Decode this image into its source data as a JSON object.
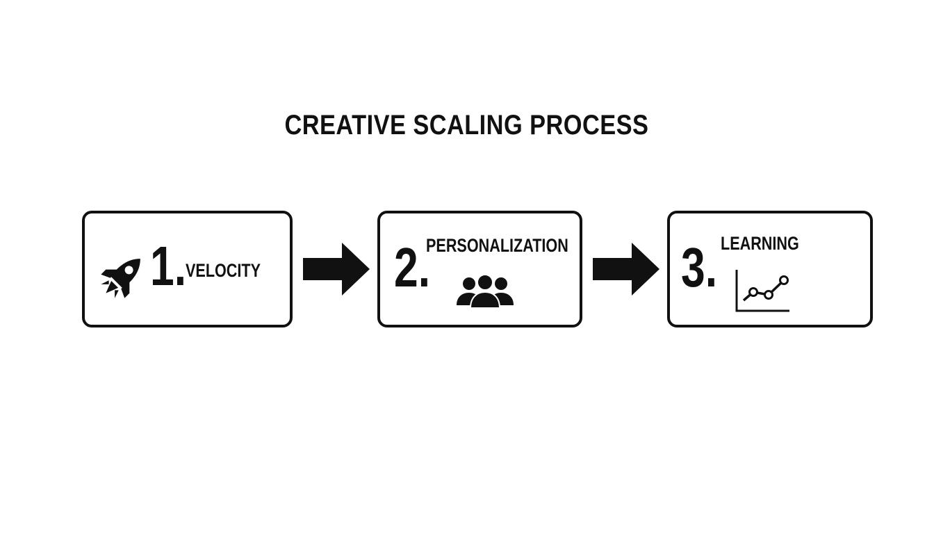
{
  "title": "CREATIVE SCALING PROCESS",
  "steps": [
    {
      "number": "1.",
      "label": "VELOCITY",
      "icon": "rocket-icon"
    },
    {
      "number": "2.",
      "label": "PERSONALIZATION",
      "icon": "people-group-icon"
    },
    {
      "number": "3.",
      "label": "LEARNING",
      "icon": "line-chart-icon"
    }
  ],
  "connectors": [
    "arrow-right-icon",
    "arrow-right-icon"
  ],
  "colors": {
    "background": "#ffffff",
    "ink": "#111111"
  }
}
